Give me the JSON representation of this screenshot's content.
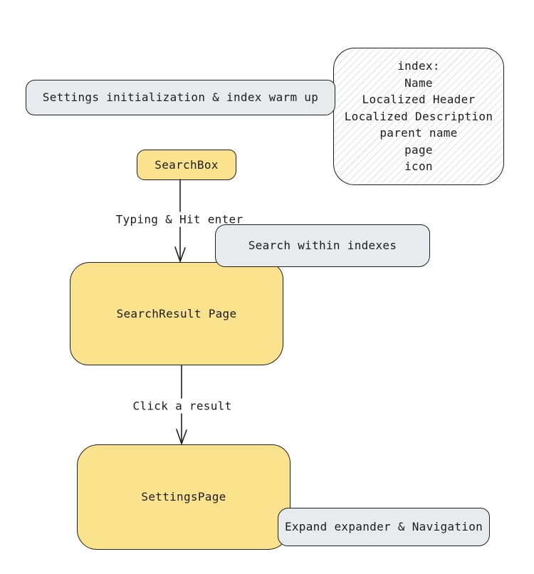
{
  "nodes": {
    "settings_init": {
      "label": "Settings initialization & index warm up"
    },
    "index_info": {
      "lines": [
        "index:",
        "Name",
        "Localized Header",
        "Localized Description",
        "parent name",
        "page",
        "icon"
      ]
    },
    "search_box": {
      "label": "SearchBox"
    },
    "search_within": {
      "label": "Search within indexes"
    },
    "search_result": {
      "label": "SearchResult Page"
    },
    "settings_page": {
      "label": "SettingsPage"
    },
    "expand_nav": {
      "label": "Expand expander & Navigation"
    }
  },
  "edges": {
    "typing_enter": {
      "label": "Typing & Hit enter"
    },
    "click_result": {
      "label": "Click a result"
    }
  },
  "colors": {
    "node_yellow": "#fbe38d",
    "node_grey": "#e8ebee",
    "stroke": "#1f1f1f",
    "hatch": "#e9e9ee",
    "text": "#1c1c1c",
    "canvas": "#ffffff"
  }
}
